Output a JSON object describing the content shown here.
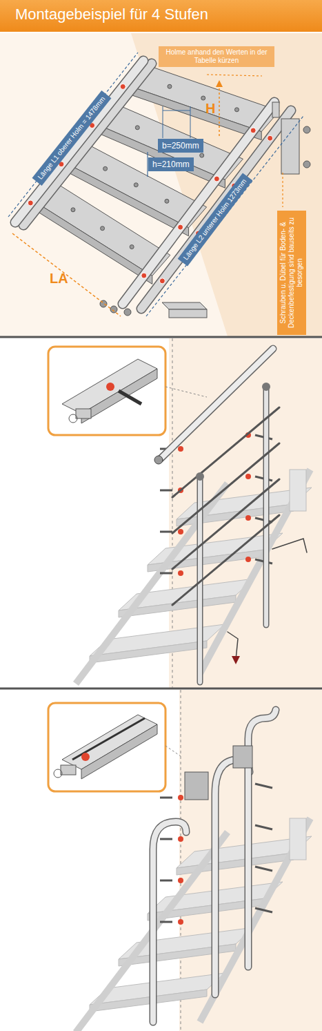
{
  "diagram": {
    "title": "Montagebeispiel für 4 Stufen",
    "nodes": [
      {
        "text": [
          "Holme anhand den Werten in der Tabelle kürzen"
        ]
      },
      {
        "text": [
          "b=250mm"
        ]
      },
      {
        "text": [
          "h=210mm"
        ]
      },
      {
        "text": [
          "Länge L1 oberer Holm = 1478mm"
        ]
      },
      {
        "text": [
          "Länge L2 unterer Holm 1273mm"
        ]
      },
      {
        "text": [
          "Schrauben u. Dübel für Boden- & Deckenbefestigung sind bauseits zu besorgen"
        ]
      }
    ],
    "labels": [
      "H",
      "LA"
    ]
  }
}
